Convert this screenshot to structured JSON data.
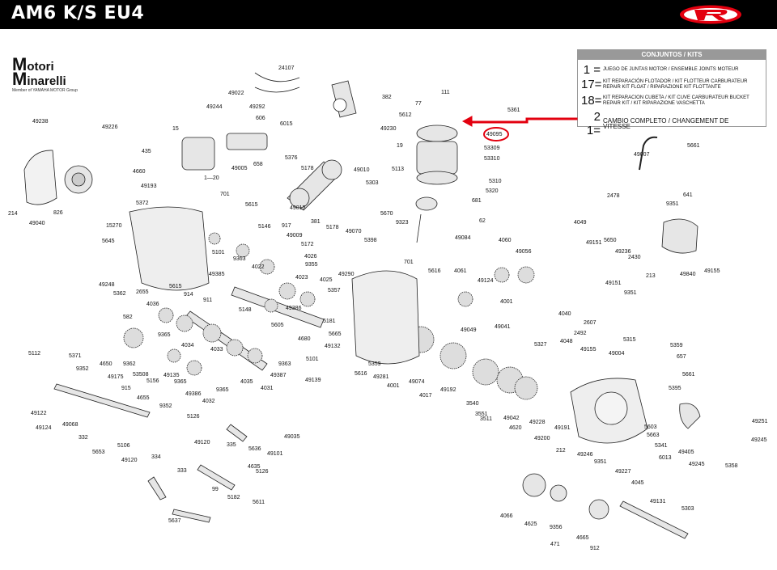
{
  "header": {
    "title": "AM6 K/S EU4",
    "logo": "rieju-r-logo",
    "accent": "#e3000f"
  },
  "brand": {
    "line1a": "M",
    "line1b": "otori",
    "line2a": "M",
    "line2b": "inarelli",
    "sub": "Member of YAMAHA MOTOR Group"
  },
  "kits_table": {
    "header": "CONJUNTOS  /  KITS",
    "rows": [
      {
        "num": "1 =",
        "desc": "JUEGO DE JUNTAS MOTOR / ENSEMBLE JOINTS MOTEUR"
      },
      {
        "num": "17=",
        "desc": "KIT REPARACIÓN FLOTADOR / KIT FLOTTEUR CARBURATEUR REPAIR KIT FLOAT / RIPARAZIONE KIT FLOTTANTE"
      },
      {
        "num": "18=",
        "desc": "KIT REPARACION CUBETA / KIT CUVE CARBURATEUR BUCKET REPAIR KIT / KIT RIPARAZIONE VASCHETTA"
      },
      {
        "num": "2 1=",
        "desc": "CAMBIO COMPLETO  / CHANGEMENT DE VITESSE"
      }
    ]
  },
  "annotation": {
    "highlighted_part": "49095",
    "color": "#e3000f"
  },
  "part_labels": [
    {
      "t": "24107"
    },
    {
      "t": "49022"
    },
    {
      "t": "49244"
    },
    {
      "t": "49292"
    },
    {
      "t": "606"
    },
    {
      "t": "6015"
    },
    {
      "t": "49238"
    },
    {
      "t": "49226"
    },
    {
      "t": "15"
    },
    {
      "t": "435"
    },
    {
      "t": "4660"
    },
    {
      "t": "49193"
    },
    {
      "t": "5372"
    },
    {
      "t": "1—20"
    },
    {
      "t": "49005"
    },
    {
      "t": "658"
    },
    {
      "t": "214"
    },
    {
      "t": "49040"
    },
    {
      "t": "826"
    },
    {
      "t": "382"
    },
    {
      "t": "111"
    },
    {
      "t": "77"
    },
    {
      "t": "5361"
    },
    {
      "t": "49230"
    },
    {
      "t": "5612"
    },
    {
      "t": "49095"
    },
    {
      "t": "53309"
    },
    {
      "t": "19"
    },
    {
      "t": "53310"
    },
    {
      "t": "5310"
    },
    {
      "t": "5320"
    },
    {
      "t": "681"
    },
    {
      "t": "62"
    },
    {
      "t": "49084"
    },
    {
      "t": "5376"
    },
    {
      "t": "5178"
    },
    {
      "t": "49010"
    },
    {
      "t": "5113"
    },
    {
      "t": "5303"
    },
    {
      "t": "49015"
    },
    {
      "t": "381"
    },
    {
      "t": "5178"
    },
    {
      "t": "49070"
    },
    {
      "t": "5398"
    },
    {
      "t": "5670"
    },
    {
      "t": "9323"
    },
    {
      "t": "701"
    },
    {
      "t": "5615"
    },
    {
      "t": "15270"
    },
    {
      "t": "5645"
    },
    {
      "t": "49248"
    },
    {
      "t": "5362"
    },
    {
      "t": "2655"
    },
    {
      "t": "5615"
    },
    {
      "t": "5146"
    },
    {
      "t": "917"
    },
    {
      "t": "49009"
    },
    {
      "t": "5172"
    },
    {
      "t": "5101"
    },
    {
      "t": "9363"
    },
    {
      "t": "4022"
    },
    {
      "t": "4026"
    },
    {
      "t": "9355"
    },
    {
      "t": "49385"
    },
    {
      "t": "914"
    },
    {
      "t": "4023"
    },
    {
      "t": "4025"
    },
    {
      "t": "911"
    },
    {
      "t": "5148"
    },
    {
      "t": "49386"
    },
    {
      "t": "4036"
    },
    {
      "t": "582"
    },
    {
      "t": "9365"
    },
    {
      "t": "4034"
    },
    {
      "t": "4033"
    },
    {
      "t": "5605"
    },
    {
      "t": "4680"
    },
    {
      "t": "5181"
    },
    {
      "t": "49132"
    },
    {
      "t": "5665"
    },
    {
      "t": "9362"
    },
    {
      "t": "53508"
    },
    {
      "t": "5156"
    },
    {
      "t": "49135"
    },
    {
      "t": "9365"
    },
    {
      "t": "9365"
    },
    {
      "t": "4035"
    },
    {
      "t": "9363"
    },
    {
      "t": "5101"
    },
    {
      "t": "49387"
    },
    {
      "t": "4031"
    },
    {
      "t": "49139"
    },
    {
      "t": "49386"
    },
    {
      "t": "4032"
    },
    {
      "t": "5112"
    },
    {
      "t": "5371"
    },
    {
      "t": "4650"
    },
    {
      "t": "9352"
    },
    {
      "t": "49175"
    },
    {
      "t": "915"
    },
    {
      "t": "4655"
    },
    {
      "t": "9352"
    },
    {
      "t": "49122"
    },
    {
      "t": "49124"
    },
    {
      "t": "49068"
    },
    {
      "t": "332"
    },
    {
      "t": "5653"
    },
    {
      "t": "5106"
    },
    {
      "t": "49120"
    },
    {
      "t": "5126"
    },
    {
      "t": "49120"
    },
    {
      "t": "335"
    },
    {
      "t": "5636"
    },
    {
      "t": "49101"
    },
    {
      "t": "49035"
    },
    {
      "t": "334"
    },
    {
      "t": "333"
    },
    {
      "t": "4635"
    },
    {
      "t": "5126"
    },
    {
      "t": "99"
    },
    {
      "t": "5182"
    },
    {
      "t": "5611"
    },
    {
      "t": "5637"
    },
    {
      "t": "49290"
    },
    {
      "t": "5357"
    },
    {
      "t": "701"
    },
    {
      "t": "5616"
    },
    {
      "t": "4061"
    },
    {
      "t": "49124"
    },
    {
      "t": "4060"
    },
    {
      "t": "49056"
    },
    {
      "t": "4001"
    },
    {
      "t": "49049"
    },
    {
      "t": "49041"
    },
    {
      "t": "5359"
    },
    {
      "t": "5616"
    },
    {
      "t": "49281"
    },
    {
      "t": "49074"
    },
    {
      "t": "4001"
    },
    {
      "t": "4017"
    },
    {
      "t": "49192"
    },
    {
      "t": "3540"
    },
    {
      "t": "3551"
    },
    {
      "t": "3511"
    },
    {
      "t": "49042"
    },
    {
      "t": "4620"
    },
    {
      "t": "49228"
    },
    {
      "t": "49191"
    },
    {
      "t": "49200"
    },
    {
      "t": "5327"
    },
    {
      "t": "212"
    },
    {
      "t": "49246"
    },
    {
      "t": "9351"
    },
    {
      "t": "4048"
    },
    {
      "t": "49155"
    },
    {
      "t": "2492"
    },
    {
      "t": "5315"
    },
    {
      "t": "49004"
    },
    {
      "t": "49007"
    },
    {
      "t": "5661"
    },
    {
      "t": "2478"
    },
    {
      "t": "641"
    },
    {
      "t": "9351"
    },
    {
      "t": "4049"
    },
    {
      "t": "49151"
    },
    {
      "t": "5650"
    },
    {
      "t": "49236"
    },
    {
      "t": "2430"
    },
    {
      "t": "213"
    },
    {
      "t": "49840"
    },
    {
      "t": "49155"
    },
    {
      "t": "49151"
    },
    {
      "t": "9351"
    },
    {
      "t": "4040"
    },
    {
      "t": "2607"
    },
    {
      "t": "5359"
    },
    {
      "t": "657"
    },
    {
      "t": "5661"
    },
    {
      "t": "5395"
    },
    {
      "t": "5603"
    },
    {
      "t": "5663"
    },
    {
      "t": "5341"
    },
    {
      "t": "6013"
    },
    {
      "t": "49405"
    },
    {
      "t": "49245"
    },
    {
      "t": "49251"
    },
    {
      "t": "49245"
    },
    {
      "t": "5358"
    },
    {
      "t": "49227"
    },
    {
      "t": "4045"
    },
    {
      "t": "4066"
    },
    {
      "t": "4625"
    },
    {
      "t": "9356"
    },
    {
      "t": "471"
    },
    {
      "t": "4665"
    },
    {
      "t": "912"
    },
    {
      "t": "49131"
    },
    {
      "t": "5303"
    }
  ]
}
